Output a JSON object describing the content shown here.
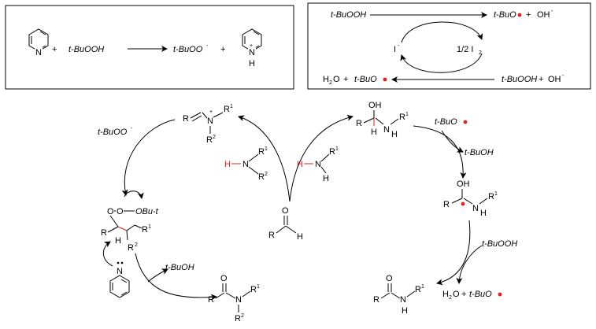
{
  "labels": {
    "tbuooh": "t-BuOOH",
    "tbuoo": "t-BuOO",
    "tbuo": "t-BuO",
    "tbuoh": "t-BuOH",
    "oh_minus": "OH",
    "minus": "-",
    "plus": "+",
    "half_i2": "1/2 I",
    "sub2": "2",
    "iodide": "I",
    "h2o": "H",
    "h2o_o": "O",
    "r": "R",
    "r1": "1",
    "r2": "2",
    "n": "N",
    "h": "H",
    "o": "O",
    "oh": "OH",
    "obu": "OBu-t"
  },
  "colors": {
    "radical": "#e0201c",
    "ink": "#000000"
  }
}
